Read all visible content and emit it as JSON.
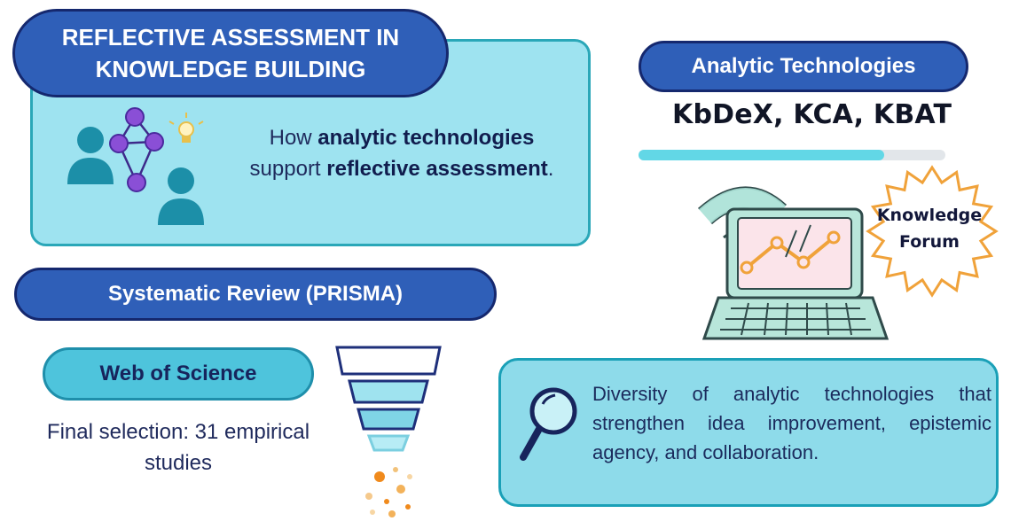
{
  "title": "REFLECTIVE ASSESSMENT IN KNOWLEDGE BUILDING",
  "intro": {
    "part1": "How ",
    "bold1": "analytic technologies",
    "part2": " support ",
    "bold2": "reflective assessment",
    "part3": "."
  },
  "review": {
    "label": "Systematic Review (PRISMA)",
    "source": "Web of Science",
    "final_selection": "Final selection: 31 empirical studies"
  },
  "technologies": {
    "label": "Analytic Technologies",
    "list": "KbDeX, KCA, KBAT",
    "progress_fraction": 0.8
  },
  "platform": {
    "badge": "Knowledge Forum"
  },
  "finding": "Diversity of analytic technologies that strengthen idea improvement, epistemic agency, and collaboration.",
  "colors": {
    "pill_blue": "#2f5fb8",
    "pill_border": "#15286e",
    "panel_cyan": "#9ee3f0",
    "accent_teal": "#2aa7b8",
    "node_purple": "#8a4fd6",
    "badge_orange": "#f0a23a"
  }
}
